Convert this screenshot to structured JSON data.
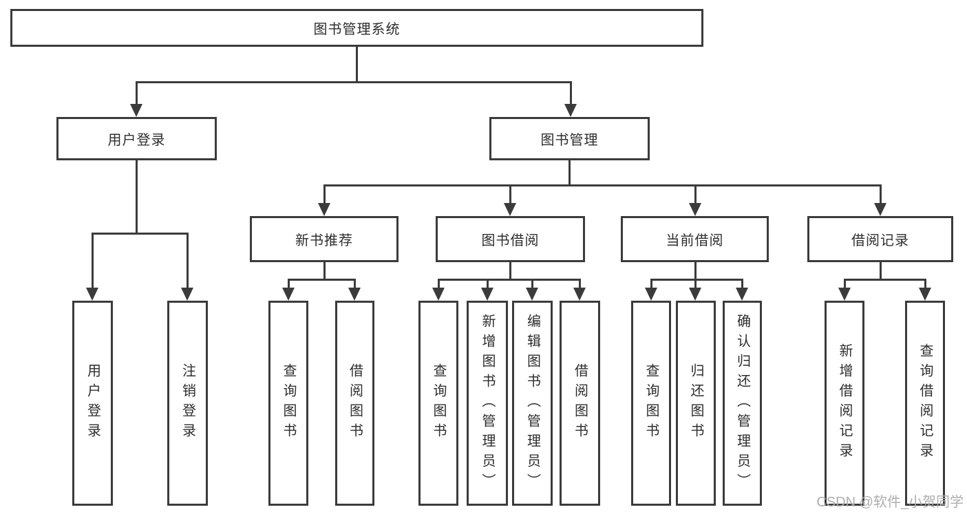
{
  "diagram_type": "system-function-tree",
  "tree": {
    "label": "图书管理系统",
    "children": [
      {
        "label": "用户登录",
        "children": [
          {
            "label": "用户登录"
          },
          {
            "label": "注销登录"
          }
        ]
      },
      {
        "label": "图书管理",
        "children": [
          {
            "label": "新书推荐",
            "children": [
              {
                "label": "查询图书"
              },
              {
                "label": "借阅图书"
              }
            ]
          },
          {
            "label": "图书借阅",
            "children": [
              {
                "label": "查询图书"
              },
              {
                "label": "新增图书（管理员）"
              },
              {
                "label": "编辑图书（管理员）"
              },
              {
                "label": "借阅图书"
              }
            ]
          },
          {
            "label": "当前借阅",
            "children": [
              {
                "label": "查询图书"
              },
              {
                "label": "归还图书"
              },
              {
                "label": "确认归还（管理员）"
              }
            ]
          },
          {
            "label": "借阅记录",
            "children": [
              {
                "label": "新增借阅记录"
              },
              {
                "label": "查询借阅记录"
              }
            ]
          }
        ]
      }
    ]
  },
  "watermark": "CSDN @软件_小贺同学",
  "colors": {
    "line": "#3b3b3b",
    "text": "#2d2d2d",
    "watermark": "#adadad",
    "background": "#ffffff"
  }
}
